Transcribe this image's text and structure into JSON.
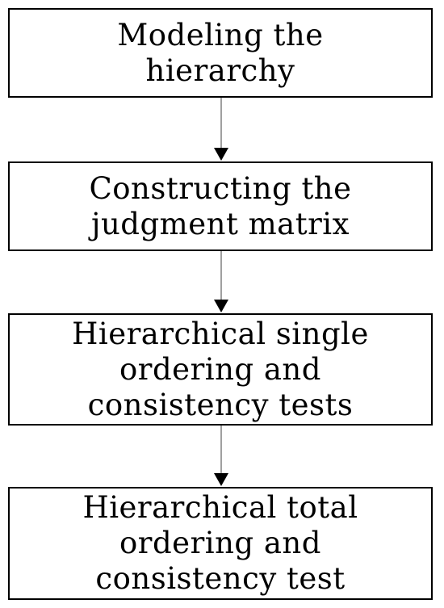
{
  "flowchart": {
    "steps": [
      {
        "lines": [
          "Modeling the",
          "hierarchy"
        ]
      },
      {
        "lines": [
          "Constructing the",
          "judgment matrix"
        ]
      },
      {
        "lines": [
          "Hierarchical single",
          "ordering and",
          "consistency tests"
        ]
      },
      {
        "lines": [
          "Hierarchical total",
          "ordering and",
          "consistency test"
        ]
      }
    ],
    "colors": {
      "box_border": "#000000",
      "connector_line": "#808080",
      "arrowhead": "#000000",
      "text": "#000000"
    }
  }
}
